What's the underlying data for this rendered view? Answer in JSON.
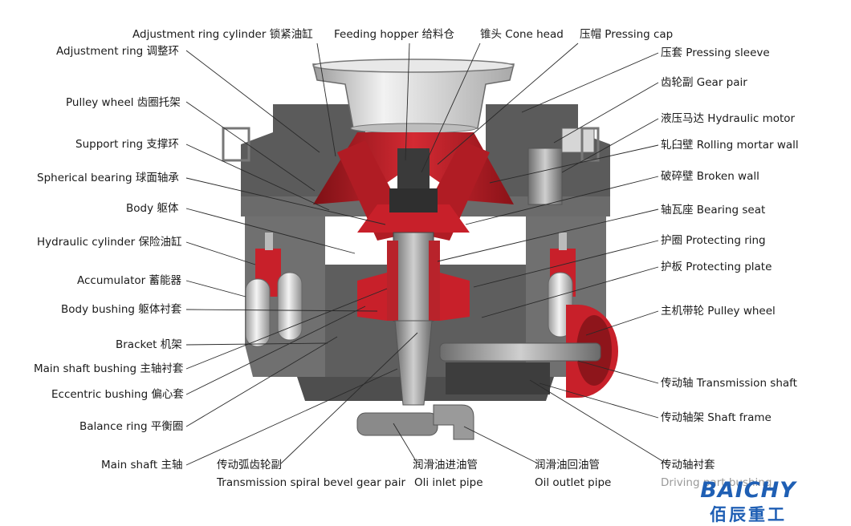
{
  "labels": {
    "adjustment_ring_cylinder": "Adjustment ring cylinder 锁紧油缸",
    "feeding_hopper": "Feeding hopper 给料仓",
    "cone_head": "锥头 Cone head",
    "pressing_cap": "压帽 Pressing cap",
    "adjustment_ring": "Adjustment ring 调整环",
    "pressing_sleeve": "压套 Pressing  sleeve",
    "gear_pair": "齿轮副 Gear pair",
    "pulley_wheel_bracket": "Pulley wheel 齿圈托架",
    "hydraulic_motor": "液压马达 Hydraulic motor",
    "support_ring": "Support ring  支撑环",
    "rolling_mortar_wall": "轧臼壁 Rolling mortar wall",
    "spherical_bearing": "Spherical bearing  球面轴承",
    "broken_wall": "破碎壁 Broken wall",
    "body": "Body  躯体",
    "bearing_seat": "轴瓦座 Bearing seat",
    "hydraulic_cylinder": "Hydraulic cylinder 保险油缸",
    "protecting_ring": "护圈 Protecting ring",
    "protecting_plate": "护板 Protecting plate",
    "accumulator": "Accumulator 蓄能器",
    "pulley_wheel": "主机带轮 Pulley wheel",
    "body_bushing": "Body bushing 躯体衬套",
    "bracket": "Bracket 机架",
    "main_shaft_bushing": "Main shaft bushing 主轴衬套",
    "transmission_shaft": "传动轴 Transmission shaft",
    "eccentric_bushing": "Eccentric bushing 偏心套",
    "shaft_frame": "传动轴架 Shaft frame",
    "balance_ring": "Balance ring 平衡圈",
    "main_shaft": "Main shaft 主轴",
    "bevel_gear_cn": "传动弧齿轮副",
    "bevel_gear_en": "Transmission spiral bevel gear pair",
    "oil_inlet_cn": "润滑油进油管",
    "oil_inlet_en": "Oli inlet pipe",
    "oil_outlet_cn": "润滑油回油管",
    "oil_outlet_en": "Oil outlet pipe",
    "driving_bushing_cn": "传动轴衬套",
    "driving_bushing_en": "Driving part bushing"
  },
  "logo": {
    "brand": "BAICHY",
    "cn": "佰辰重工"
  },
  "colors": {
    "red": "#c8202a",
    "dark": "#3a3a3a",
    "steel": "#8c8c8c",
    "logo": "#1f5fb4"
  }
}
